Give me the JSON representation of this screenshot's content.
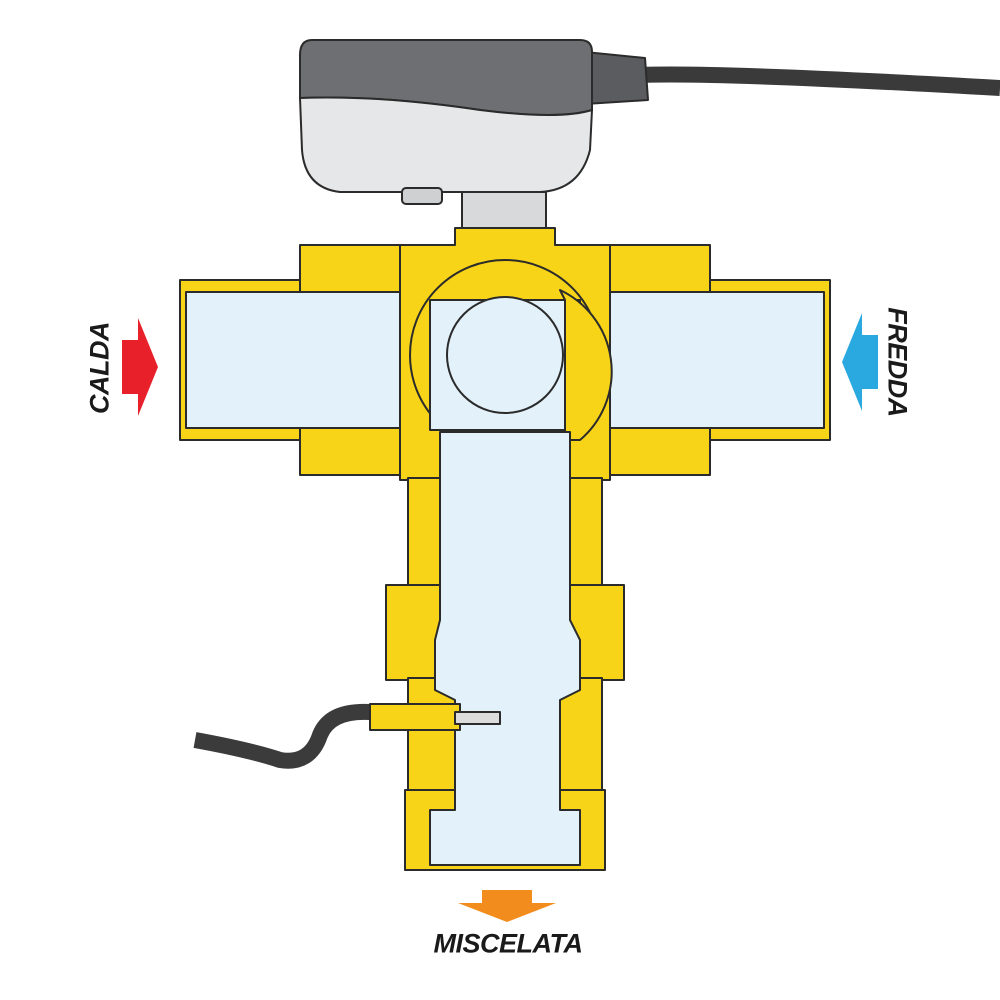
{
  "labels": {
    "hot_inlet": "CALDA",
    "cold_inlet": "FREDDA",
    "mixed_outlet": "MISCELATA"
  },
  "colors": {
    "brass": "#f7d417",
    "water": "#e3f1fa",
    "hot_arrow": "#e8202a",
    "cold_arrow": "#2aa8e0",
    "mixed_arrow": "#f28c1c",
    "actuator": "#6e6f72"
  }
}
